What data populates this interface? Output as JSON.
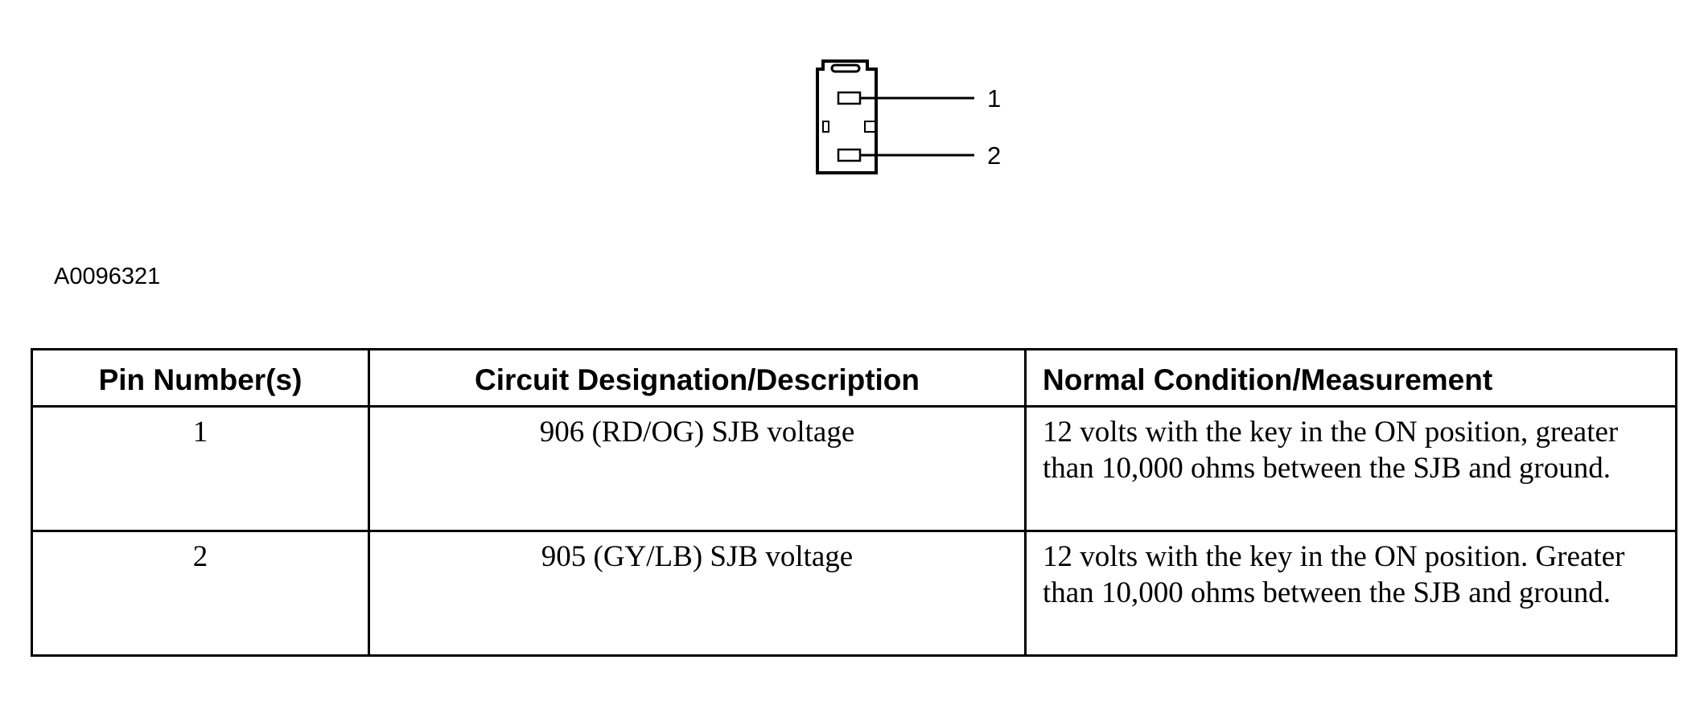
{
  "diagram": {
    "pin_labels": [
      "1",
      "2"
    ]
  },
  "figure_id": "A0096321",
  "table": {
    "headers": [
      "Pin Number(s)",
      "Circuit Designation/Description",
      "Normal Condition/Measurement"
    ],
    "rows": [
      {
        "pin": "1",
        "circuit": "906 (RD/OG) SJB voltage",
        "normal": "12 volts with the key in the ON position, greater than 10,000 ohms between the SJB and ground."
      },
      {
        "pin": "2",
        "circuit": "905 (GY/LB) SJB voltage",
        "normal": "12 volts with the key in the ON position. Greater than 10,000 ohms between the SJB and ground."
      }
    ]
  }
}
